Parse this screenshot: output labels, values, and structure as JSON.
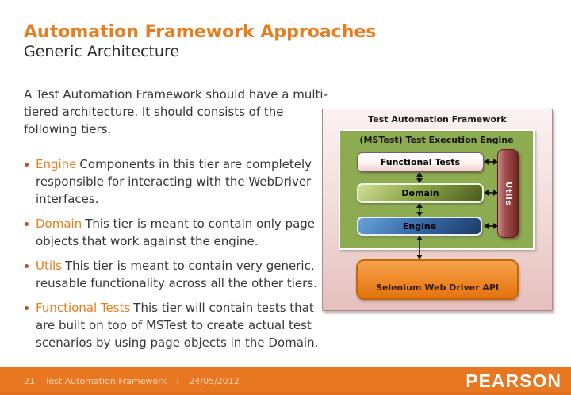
{
  "slide": {
    "title": "Automation Framework Approaches",
    "subtitle": "Generic Architecture",
    "intro": "A Test Automation Framework should have a multi-tiered architecture. It should consists of the following tiers.",
    "bullets": [
      {
        "lead": "Engine",
        "text": "Components in this tier are completely responsible for interacting with the WebDriver interfaces."
      },
      {
        "lead": "Domain",
        "text": "This tier is meant to contain only page objects that work against the engine."
      },
      {
        "lead": "Utils",
        "text": "This tier is meant to contain very generic, reusable functionality across all the other tiers."
      },
      {
        "lead": "Functional Tests",
        "text": "This tier will contain tests that are built on top of MSTest to create actual test scenarios by using page objects in the Domain."
      }
    ]
  },
  "diagram": {
    "outer_label": "Test Automation Framework",
    "engine_container_label": "(MSTest) Test Execution Engine",
    "boxes": {
      "functional_tests": "Functional Tests",
      "domain": "Domain",
      "engine": "Engine",
      "utils": "Utils",
      "selenium": "Selenium Web Driver API"
    },
    "colors": {
      "outer_pink": "#f3dedc",
      "container_green": "#8dab51",
      "domain_green": "#4b5a1f",
      "engine_blue": "#1c3a66",
      "utils_maroon": "#8c3a3a",
      "selenium_orange": "#ee8726",
      "arrow": "#111111"
    }
  },
  "footer": {
    "page_number": "21",
    "doc_title": "Test Automation Framework",
    "separator": "I",
    "date": "24/05/2012",
    "brand": "PEARSON",
    "bar_color": "#e87722"
  },
  "theme": {
    "accent_orange": "#e87d1e",
    "body_text": "#363636"
  }
}
